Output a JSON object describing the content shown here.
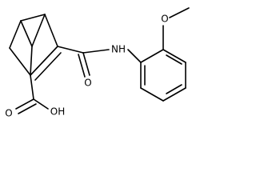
{
  "molecule": {
    "atoms": [
      {
        "id": "O_methoxy",
        "label": "O"
      },
      {
        "id": "N_amide",
        "label": "NH"
      },
      {
        "id": "O_amide",
        "label": "O"
      },
      {
        "id": "O_acid_carbonyl",
        "label": "O"
      },
      {
        "id": "O_acid_hydroxyl",
        "label": "OH"
      }
    ]
  }
}
